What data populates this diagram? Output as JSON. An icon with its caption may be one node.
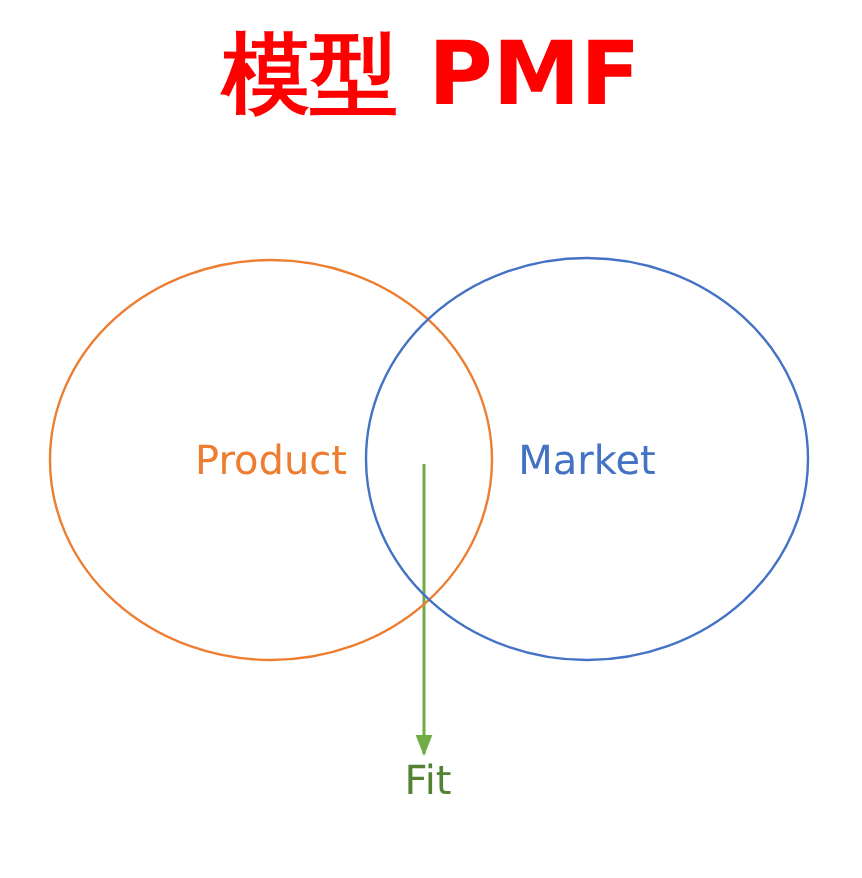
{
  "diagram": {
    "title": "模型 PMF",
    "nodes": [
      {
        "text": [
          "Product"
        ]
      },
      {
        "text": [
          "Market"
        ]
      },
      {
        "text": [
          "Fit"
        ]
      }
    ],
    "edges": [
      {
        "from": 0,
        "to": 2,
        "arrow": "to"
      },
      {
        "from": 1,
        "to": 2,
        "arrow": "to"
      }
    ]
  }
}
